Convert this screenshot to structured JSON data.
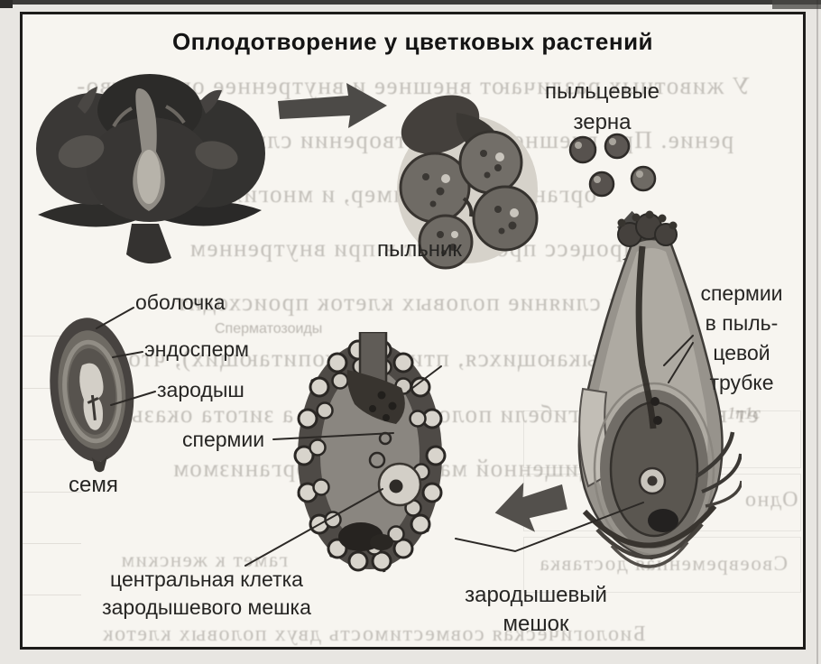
{
  "page": {
    "title": "Оплодотворение у цветковых растений"
  },
  "labels": {
    "pollen_grains": [
      "пыльцевые",
      "зерна"
    ],
    "anther": "пыльник",
    "sperm_in_tube": [
      "спермии",
      "в пыль-",
      "цевой",
      "трубке"
    ],
    "coat": "оболочка",
    "endosperm": "эндосперм",
    "embryo": "зародыш",
    "sperm": "спермии",
    "seed": "семя",
    "central_cell": [
      "центральная клетка",
      "зародышевого мешка"
    ],
    "embryo_sac": [
      "зародышевый",
      "мешок"
    ]
  },
  "bleed": {
    "mirrored": [
      "У животных различают внешнее и внутреннее оплодотво-",
      "рение. При внешнем оплодотворении слияние половых",
      "организма (например, и многих",
      "процесс происходит в при внутреннем",
      "или слияние половых клеток происходит",
      "(у пресмыкающихся, птиц, млекопитающих), что",
      "ет вероятность гибели половых клеток, а зигота оказывает-",
      "ся защищенной материнским организмом",
      "Одно",
      "Своевременная доставка",
      "гамет к женским",
      "Биологическая совместимость двух половых клеток"
    ],
    "normal": [
      "Сперматозоиды",
      "1n1c"
    ]
  },
  "colors": {
    "paper": "#f7f5f0",
    "page_margin": "#e8e6e2",
    "frame_border": "#1d1c1a",
    "ink_dark": "#2c2926",
    "ink_mid": "#6e6a64",
    "ink_light": "#cfcbc3"
  }
}
